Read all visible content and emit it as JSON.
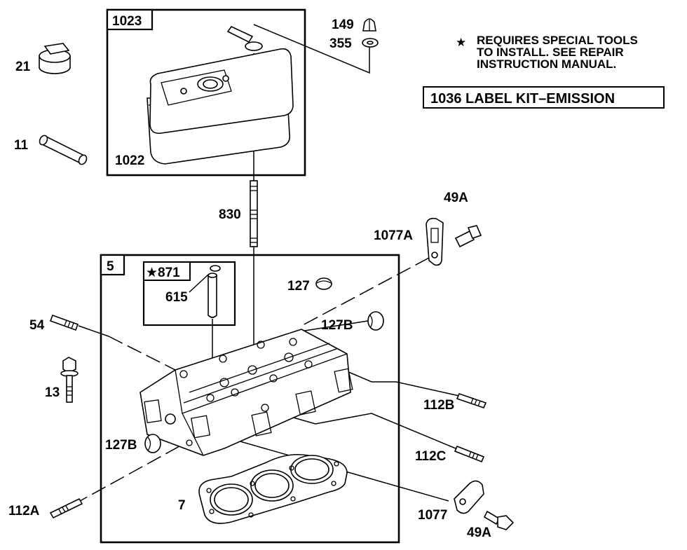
{
  "note": {
    "star": "★",
    "lines": [
      "REQUIRES SPECIAL TOOLS",
      "TO INSTALL.  SEE REPAIR",
      "INSTRUCTION MANUAL."
    ]
  },
  "label_kit": "1036 LABEL KIT–EMISSION",
  "boxes": {
    "valve_cover_group": "1023",
    "head_group": "5",
    "special_tool_group": "★871"
  },
  "callouts": {
    "oil_cap": "21",
    "tube": "11",
    "cover": "1022",
    "nut": "149",
    "washer": "355",
    "stud_830": "830",
    "bracket_top": "1077A",
    "bolt_top": "49A",
    "plug": "127",
    "plug_b_right": "127B",
    "stud_54": "54",
    "bolt_13": "13",
    "plug_b_left": "127B",
    "guide": "615",
    "stud_112b": "112B",
    "stud_112c": "112C",
    "stud_112a": "112A",
    "gasket": "7",
    "bracket_bottom": "1077",
    "bolt_bottom": "49A"
  }
}
